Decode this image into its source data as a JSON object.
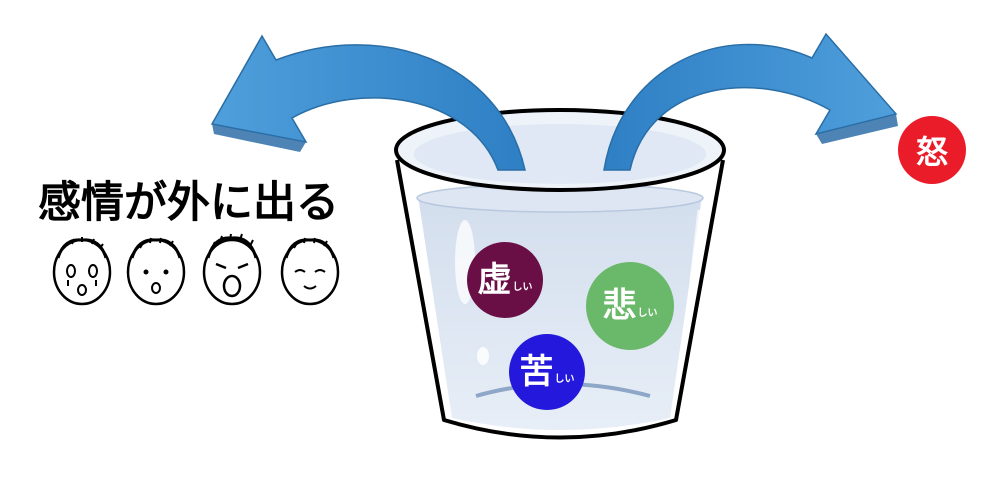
{
  "heading": "感情が外に出る",
  "faces": [
    {
      "name": "crying-face-icon"
    },
    {
      "name": "surprised-face-icon"
    },
    {
      "name": "shouting-face-icon"
    },
    {
      "name": "content-face-icon"
    }
  ],
  "emotions_in_cup": [
    {
      "kanji": "虚",
      "okurigana": "しい",
      "color": "#6a0f45"
    },
    {
      "kanji": "悲",
      "okurigana": "しい",
      "color": "#6ab86a"
    },
    {
      "kanji": "苦",
      "okurigana": "しい",
      "color": "#2318dc"
    }
  ],
  "overflow_emotion": {
    "kanji": "怒",
    "color": "#ea1c2a"
  },
  "colors": {
    "arrow": "#3a8fd0",
    "arrow_dark": "#2e6fa8",
    "cup_outline": "#000000",
    "water": "#c9d6e8"
  }
}
